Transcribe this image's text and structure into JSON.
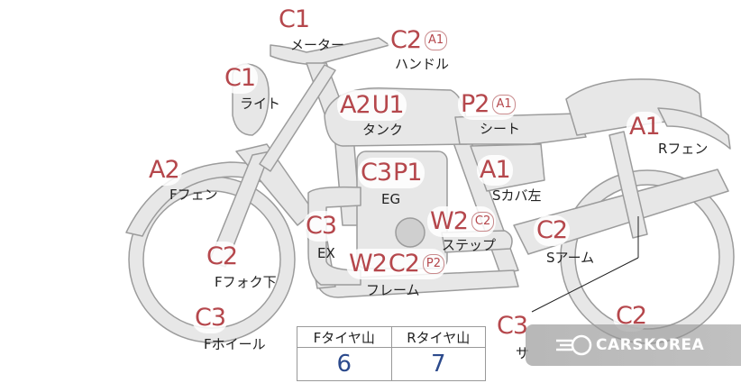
{
  "labels": {
    "meter": {
      "codes": [
        "C1"
      ],
      "small": [],
      "part": "メーター"
    },
    "handle": {
      "codes": [
        "C2"
      ],
      "small": [
        "A1"
      ],
      "part": "ハンドル"
    },
    "light": {
      "codes": [
        "C1"
      ],
      "small": [],
      "part": "ライト"
    },
    "tank": {
      "codes": [
        "A2",
        "U1"
      ],
      "small": [],
      "part": "タンク"
    },
    "seat": {
      "codes": [
        "P2"
      ],
      "small": [
        "A1"
      ],
      "part": "シート"
    },
    "r_fender": {
      "codes": [
        "A1"
      ],
      "small": [],
      "part": "Rフェン"
    },
    "f_fender": {
      "codes": [
        "A2"
      ],
      "small": [],
      "part": "Fフェン"
    },
    "engine": {
      "codes": [
        "C3",
        "P1"
      ],
      "small": [],
      "part": "EG"
    },
    "side_cover_left": {
      "codes": [
        "A1"
      ],
      "small": [],
      "part": "Sカバ左"
    },
    "exhaust": {
      "codes": [
        "C3"
      ],
      "small": [],
      "part": "EX"
    },
    "step": {
      "codes": [
        "W2"
      ],
      "small": [
        "C2"
      ],
      "part": "ステップ"
    },
    "swing_arm": {
      "codes": [
        "C2"
      ],
      "small": [],
      "part": "Sアーム"
    },
    "f_fork": {
      "codes": [
        "C2"
      ],
      "small": [],
      "part": "Fフォク下"
    },
    "frame": {
      "codes": [
        "W2",
        "C2"
      ],
      "small": [
        "P2"
      ],
      "part": "フレーム"
    },
    "f_wheel": {
      "codes": [
        "C3"
      ],
      "small": [],
      "part": "Fホイール"
    },
    "muffler": {
      "codes": [
        "C3"
      ],
      "small": [],
      "part": "サ"
    },
    "r_wheel": {
      "codes": [
        "C2"
      ],
      "small": [],
      "part": ""
    }
  },
  "tire_table": {
    "headers": [
      "Fタイヤ山",
      "Rタイヤ山"
    ],
    "values": [
      "6",
      "7"
    ]
  },
  "watermark": {
    "text": "CARSKOREA"
  },
  "colors": {
    "bike_fill": "#e7e7e7",
    "bike_stroke": "#9c9c9c",
    "code_red": "#b5474c",
    "table_value_blue": "#2c4a8c"
  }
}
